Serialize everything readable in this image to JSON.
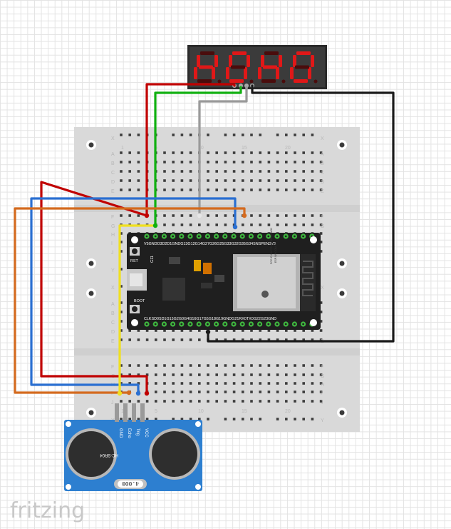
{
  "title": "",
  "colors": {
    "breadboard": "#d9d9d9",
    "hole": "#3d3d3d",
    "red_wire": "#c00000",
    "green_wire": "#10b010",
    "white_wire": "#e6e6e6",
    "black_wire": "#1a1a1a",
    "blue_wire": "#2a6fd1",
    "orange_wire": "#d46a1e",
    "yellow_wire": "#f0e020",
    "esp_board": "#1f1f1f",
    "sensor_board": "#2d7fd0",
    "segment_on": "#e01818"
  },
  "breadboard": {
    "row_letters_top": [
      "X",
      "A",
      "B",
      "C",
      "D",
      "E"
    ],
    "row_letters_middle": [
      "F",
      "G",
      "H",
      "I",
      "J",
      "Y",
      "X",
      "A",
      "B",
      "C",
      "D",
      "E"
    ],
    "row_letters_bottom": [
      "F",
      "G",
      "H",
      "I",
      "J",
      "Y"
    ],
    "column_numbers": [
      "1",
      "5",
      "10",
      "15",
      "20"
    ],
    "bottom_numbers": [
      "1",
      "5",
      "10",
      "15",
      "20"
    ]
  },
  "display": {
    "digits": [
      "H",
      "O",
      "H",
      "O"
    ],
    "icon": "4-digit-7-segment-display"
  },
  "esp32": {
    "name": "ESP-WROOM-32",
    "fcc_text": "FCC ID:2AC7Z-ESPWROOM32",
    "rst_label": "RST",
    "boot_label": "BOOT",
    "top_pins": [
      "V5",
      "GND",
      "D3",
      "D2",
      "D1",
      "GND",
      "G13",
      "G12",
      "G14",
      "G27",
      "G26",
      "G25",
      "G33",
      "G32",
      "G35",
      "G34",
      "SN",
      "SP",
      "EN",
      "3V3"
    ],
    "bottom_pins": [
      "CLK",
      "SD0",
      "SD1",
      "G15",
      "G2",
      "G0",
      "G4",
      "G16",
      "G17",
      "G5",
      "G18",
      "G19",
      "GND",
      "G21",
      "RX0",
      "TX0",
      "G22",
      "G23",
      "GND"
    ],
    "g11_label": "G11"
  },
  "sensor": {
    "name": "HC-SR04",
    "pins": [
      "VCC",
      "Trig",
      "Echo",
      "GND"
    ],
    "crystal_text": "4.000"
  },
  "logo": "fritzing"
}
